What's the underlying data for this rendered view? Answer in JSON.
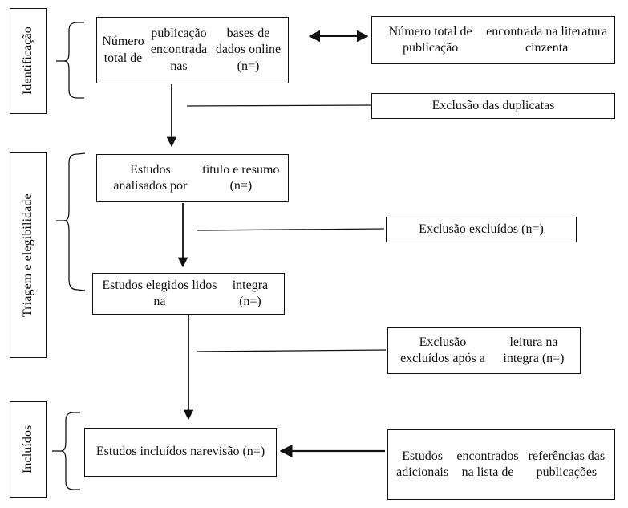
{
  "diagram": {
    "type": "flowchart",
    "title": "PRISMA flow diagram (Portuguese)",
    "language": "pt-BR",
    "colors": {
      "stroke": "#111111",
      "background": "#ffffff",
      "text": "#111111"
    },
    "stages": [
      {
        "id": "identificacao",
        "label": "Identificação"
      },
      {
        "id": "triagem",
        "label": "Triagem e elegibilidade"
      },
      {
        "id": "incluidos",
        "label": "Incluídos"
      }
    ],
    "nodes": [
      {
        "id": "online-databases",
        "stage": "identificacao",
        "column": "left",
        "text": "Número total de publicação encontrada nas bases de dados online (n=)",
        "lines": [
          "Número total de",
          "publicação encontrada nas",
          "bases de dados online (n=)"
        ]
      },
      {
        "id": "grey-literature",
        "stage": "identificacao",
        "column": "right",
        "text": "Número total de publicação encontrada na literatura cinzenta",
        "lines": [
          "Número total de publicação",
          "encontrada na literatura cinzenta"
        ]
      },
      {
        "id": "duplicates-excluded",
        "stage": "identificacao",
        "column": "right",
        "text": "Exclusão das duplicatas",
        "lines": [
          "Exclusão das duplicatas"
        ]
      },
      {
        "id": "screened-title-abstract",
        "stage": "triagem",
        "column": "left",
        "text": "Estudos analisados por título e resumo (n=)",
        "lines": [
          "Estudos analisados por",
          "título e resumo (n=)"
        ]
      },
      {
        "id": "excluded-screening",
        "stage": "triagem",
        "column": "right",
        "text": "Exclusão excluídos (n=)",
        "lines": [
          "Exclusão excluídos (n=)"
        ]
      },
      {
        "id": "fulltext-read",
        "stage": "triagem",
        "column": "left",
        "text": "Estudos elegidos lidos na integra (n=)",
        "lines": [
          "Estudos elegidos lidos na",
          "integra (n=)"
        ]
      },
      {
        "id": "excluded-fulltext",
        "stage": "triagem",
        "column": "right",
        "text": "Exclusão excluídos após a leitura na integra (n=)",
        "lines": [
          "Exclusão excluídos após a",
          "leitura na integra (n=)"
        ]
      },
      {
        "id": "included-review",
        "stage": "incluidos",
        "column": "left",
        "text": "Estudos incluídos na revisão (n=)",
        "lines": [
          "Estudos incluídos na",
          "revisão (n=)"
        ]
      },
      {
        "id": "additional-references",
        "stage": "incluidos",
        "column": "right",
        "text": "Estudos adicionais encontrados na lista de referências das publicações",
        "lines": [
          "Estudos adicionais",
          "encontrados na lista de",
          "referências das publicações"
        ]
      }
    ],
    "connectors": [
      {
        "id": "databases-to-grey",
        "from": "online-databases",
        "to": "grey-literature",
        "kind": "double-arrow",
        "orientation": "horizontal"
      },
      {
        "id": "databases-to-duplicates",
        "from": "online-databases",
        "to": "duplicates-excluded",
        "kind": "plain-line",
        "orientation": "horizontal"
      },
      {
        "id": "databases-to-screening",
        "from": "online-databases",
        "to": "screened-title-abstract",
        "kind": "arrow",
        "orientation": "vertical"
      },
      {
        "id": "screening-to-excluded",
        "from": "screened-title-abstract",
        "to": "excluded-screening",
        "kind": "plain-line",
        "orientation": "horizontal"
      },
      {
        "id": "screening-to-fulltext",
        "from": "screened-title-abstract",
        "to": "fulltext-read",
        "kind": "arrow",
        "orientation": "vertical"
      },
      {
        "id": "fulltext-to-excluded",
        "from": "fulltext-read",
        "to": "excluded-fulltext",
        "kind": "plain-line",
        "orientation": "horizontal"
      },
      {
        "id": "fulltext-to-included",
        "from": "fulltext-read",
        "to": "included-review",
        "kind": "arrow",
        "orientation": "vertical"
      },
      {
        "id": "additional-to-included",
        "from": "additional-references",
        "to": "included-review",
        "kind": "arrow",
        "orientation": "horizontal-left"
      }
    ]
  }
}
